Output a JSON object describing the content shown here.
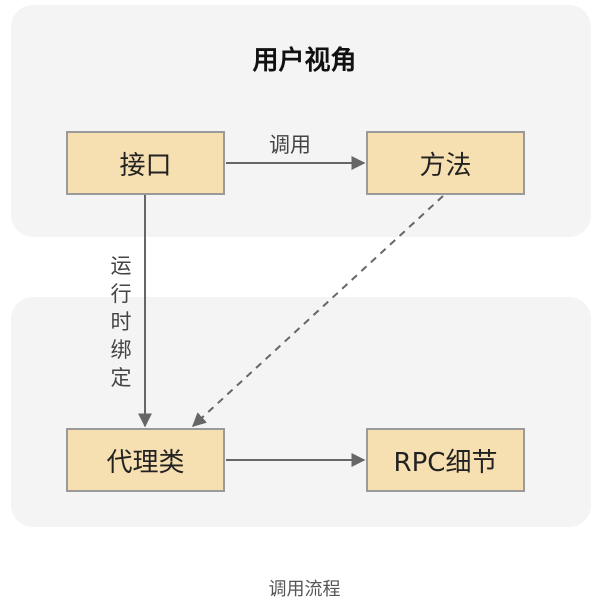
{
  "diagram": {
    "top_panel_title": "用户视角",
    "nodes": {
      "interface": "接口",
      "method": "方法",
      "proxy": "代理类",
      "rpc": "RPC细节"
    },
    "edges": {
      "call": "调用",
      "runtime_binding": "运行时绑定"
    },
    "caption": "调用流程"
  },
  "colors": {
    "panel_bg": "#f4f4f4",
    "node_fill": "#f6dfb0",
    "node_border": "#9a9a9a",
    "edge": "#666666"
  }
}
